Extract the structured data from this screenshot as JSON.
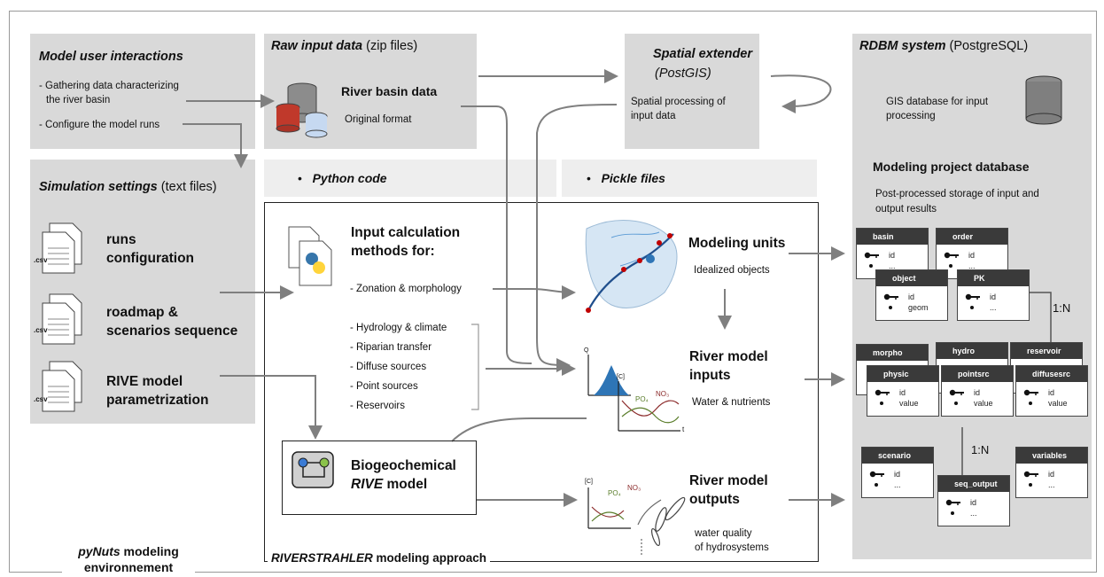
{
  "panels": {
    "user": {
      "title": "Model user interactions",
      "items": [
        "- Gathering data characterizing",
        "the river basin",
        "- Configure the model runs"
      ]
    },
    "raw": {
      "title": "Raw input data",
      "title_suffix": " (zip files)",
      "label": "River basin data",
      "sub": "Original format"
    },
    "spatial": {
      "title": "Spatial extender",
      "subtitle": "(PostGIS)",
      "desc1": "Spatial processing of",
      "desc2": "input data"
    },
    "rdbm": {
      "title": "RDBM system",
      "title_suffix": " (PostgreSQL)",
      "gis1": "GIS database for input",
      "gis2": "processing",
      "project_title": "Modeling project database",
      "project_desc1": "Post-processed storage of input and",
      "project_desc2": "output results",
      "rel1": "1:N",
      "rel2": "1:N"
    },
    "sim": {
      "title": "Simulation settings",
      "title_suffix": " (text files)",
      "files": [
        {
          "ext": ".csv",
          "line1": "runs",
          "line2": "configuration"
        },
        {
          "ext": ".csv",
          "line1": "roadmap &",
          "line2": "scenarios sequence"
        },
        {
          "ext": ".csv",
          "line1": "RIVE model",
          "line2": "parametrization"
        }
      ]
    },
    "bands": {
      "python": "Python code",
      "pickle": "Pickle files",
      "bullet": "•"
    },
    "calc": {
      "title1": "Input calculation",
      "title2": "methods for:",
      "zonation": "- Zonation & morphology",
      "items": [
        "- Hydrology & climate",
        "- Riparian transfer",
        "- Diffuse sources",
        "- Point sources",
        "- Reservoirs"
      ]
    },
    "rive": {
      "line1": "Biogeochemical",
      "line2_italic": "RIVE",
      "line2_rest": " model"
    },
    "outputs_col": {
      "units_title": "Modeling units",
      "units_sub": "Idealized objects",
      "inputs_title1": "River model",
      "inputs_title2": "inputs",
      "inputs_sub": "Water & nutrients",
      "outputs_title1": "River model",
      "outputs_title2": "outputs",
      "outputs_sub1": "water quality",
      "outputs_sub2": "of hydrosystems"
    },
    "approach": {
      "italic": "RIVERSTRAHLER",
      "rest": " modeling approach"
    },
    "env": {
      "italic": "pyNuts",
      "rest": " modeling",
      "line2": "environnement"
    },
    "plots": {
      "q": "Q",
      "c1": "[C]",
      "no3": "NO₃",
      "po4": "PO₄",
      "t": "t",
      "c2": "[C]",
      "no3b": "NO₃",
      "po4b": "PO₄"
    }
  },
  "tables": [
    {
      "name": "basin",
      "rows": [
        {
          "k": "key",
          "v": "id"
        },
        {
          "k": "dot",
          "v": "..."
        }
      ]
    },
    {
      "name": "order",
      "rows": [
        {
          "k": "key",
          "v": "id"
        },
        {
          "k": "dot",
          "v": "..."
        }
      ]
    },
    {
      "name": "object",
      "rows": [
        {
          "k": "key",
          "v": "id"
        },
        {
          "k": "dot",
          "v": "geom"
        }
      ]
    },
    {
      "name": "PK",
      "rows": [
        {
          "k": "key",
          "v": "id"
        },
        {
          "k": "dot",
          "v": "..."
        }
      ]
    },
    {
      "name": "morpho",
      "rows": []
    },
    {
      "name": "hydro",
      "rows": []
    },
    {
      "name": "reservoir",
      "rows": []
    },
    {
      "name": "physic",
      "rows": [
        {
          "k": "key",
          "v": "id"
        },
        {
          "k": "dot",
          "v": "value"
        }
      ]
    },
    {
      "name": "pointsrc",
      "rows": [
        {
          "k": "key",
          "v": "id"
        },
        {
          "k": "dot",
          "v": "value"
        }
      ]
    },
    {
      "name": "diffusesrc",
      "rows": [
        {
          "k": "key",
          "v": "id"
        },
        {
          "k": "dot",
          "v": "value"
        }
      ]
    },
    {
      "name": "scenario",
      "rows": [
        {
          "k": "key",
          "v": "id"
        },
        {
          "k": "dot",
          "v": "..."
        }
      ]
    },
    {
      "name": "variables",
      "rows": [
        {
          "k": "key",
          "v": "id"
        },
        {
          "k": "dot",
          "v": "..."
        }
      ]
    },
    {
      "name": "seq_output",
      "rows": [
        {
          "k": "key",
          "v": "id"
        },
        {
          "k": "dot",
          "v": "..."
        }
      ]
    }
  ],
  "colors": {
    "panel": "#d9d9d9",
    "band": "#eeeeee",
    "arrow": "#7f7f7f",
    "table_header": "#3a3a3a",
    "river": "#1f4e8c",
    "blue_fill": "#2e75b6"
  }
}
